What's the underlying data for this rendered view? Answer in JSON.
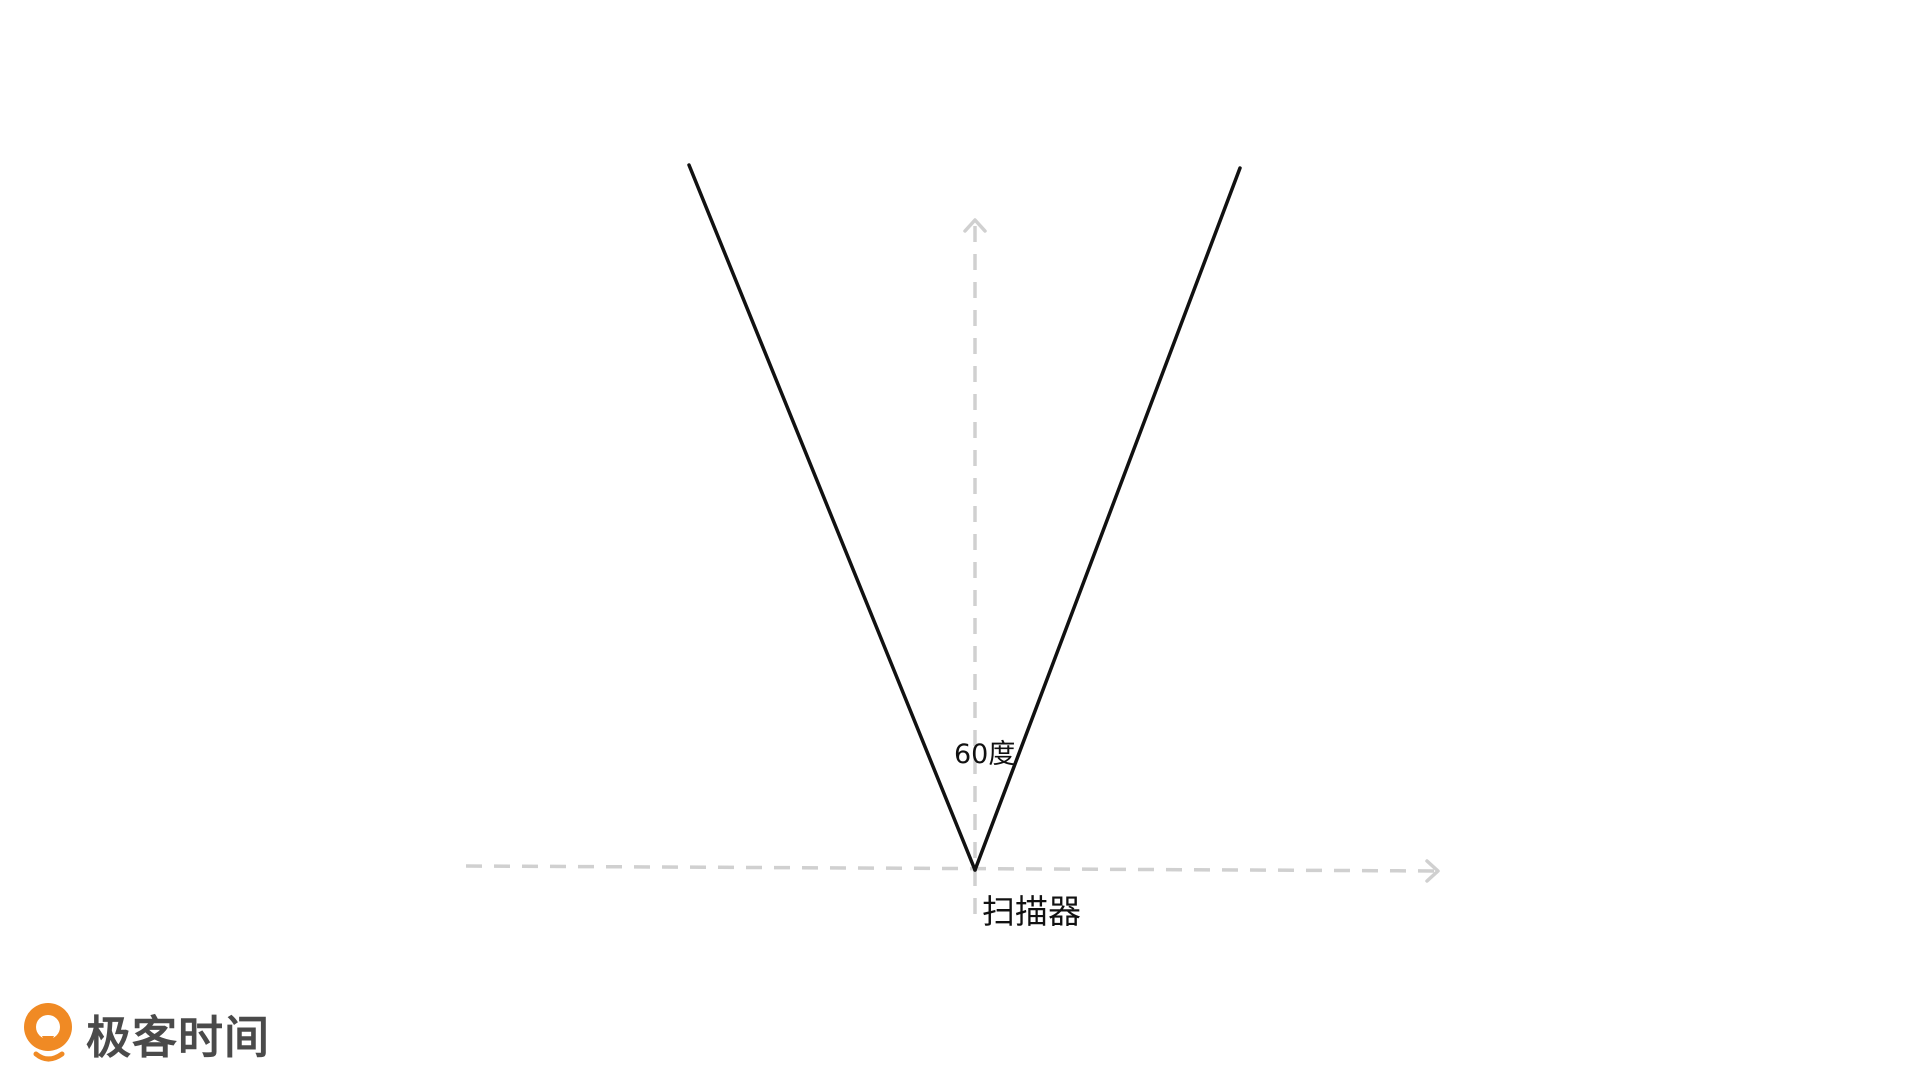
{
  "diagram": {
    "angle_label": "60度",
    "scanner_label": "扫描器",
    "colors": {
      "scan_lines": "#111111",
      "axis_lines": "#d0d0d0",
      "brand_orange": "#f08a24",
      "brand_text": "#4a4a4a"
    }
  },
  "branding": {
    "logo_text": "极客时间",
    "logo_icon": "geektime-logo-icon"
  }
}
